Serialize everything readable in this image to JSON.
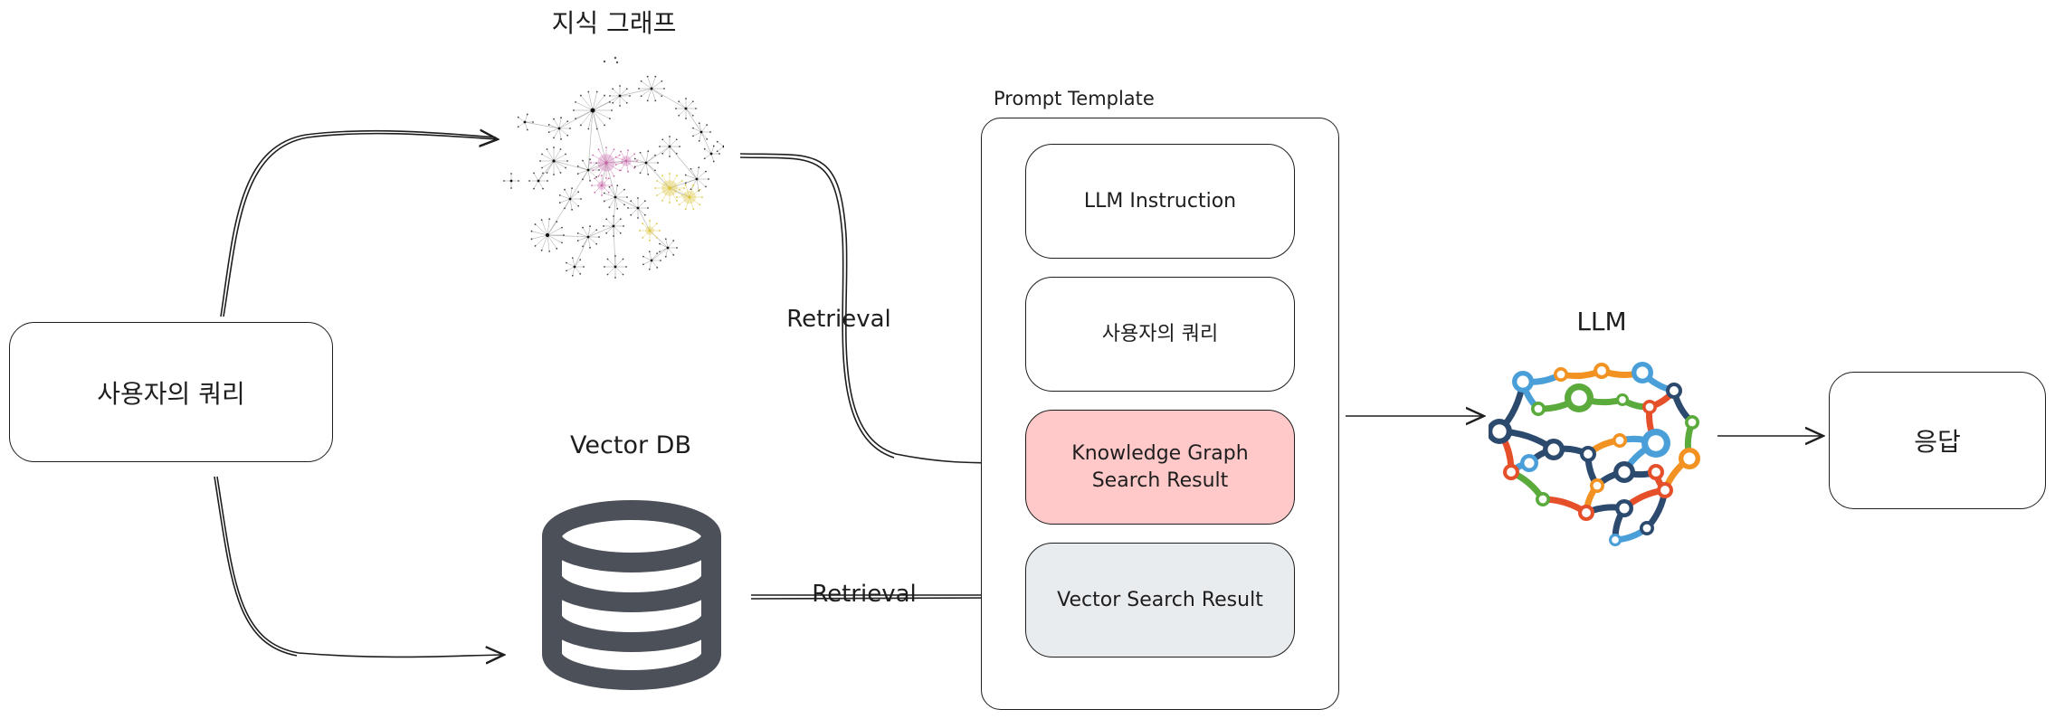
{
  "user_query": {
    "label": "사용자의 쿼리"
  },
  "knowledge_graph": {
    "title": "지식 그래프"
  },
  "vector_db": {
    "title": "Vector DB"
  },
  "retrieval_labels": {
    "graph": "Retrieval",
    "vector": "Retrieval"
  },
  "prompt_template": {
    "title": "Prompt Template",
    "sections": {
      "instruction": "LLM Instruction",
      "query": "사용자의 쿼리",
      "kg_result": "Knowledge Graph Search Result",
      "vector_result": "Vector Search Result"
    }
  },
  "llm": {
    "title": "LLM"
  },
  "response": {
    "label": "응답"
  },
  "colors": {
    "stroke": "#1e1e1e",
    "kg_result_fill": "#ffc9c9",
    "vector_result_fill": "#e9ecef",
    "db_icon": "#4b5059",
    "brain_dark": "#2c4a6e",
    "brain_blue": "#4a9fd8",
    "brain_green": "#5aaa3c",
    "brain_orange": "#f29222",
    "brain_red": "#e5502b"
  }
}
